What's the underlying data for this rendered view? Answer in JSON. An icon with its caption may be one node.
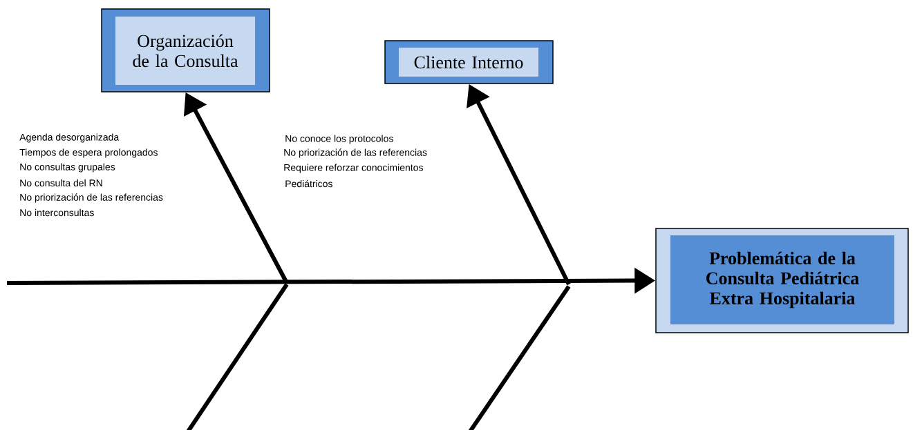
{
  "diagram": {
    "nodes": [
      {
        "text": [
          "Organización de la Consulta"
        ]
      },
      {
        "text": [
          "Cliente  Interno"
        ]
      },
      {
        "text": [
          "Problemática de la Consulta Pediátrica Extra Hospitalaria"
        ]
      }
    ],
    "edges": [
      {
        "from": null,
        "to": 2,
        "arrow": "to"
      },
      {
        "from": null,
        "to": 0,
        "arrow": "to"
      },
      {
        "from": null,
        "to": 1,
        "arrow": "to"
      }
    ],
    "labels": [
      "Agenda desorganizada",
      "Tiempos de espera prolongados",
      "No consultas grupales",
      "No consulta del RN",
      "No priorización de las referencias",
      "No interconsultas",
      "No conoce los protocolos",
      "No priorización de las referencias",
      "Requiere reforzar conocimientos",
      "Pediátricos"
    ]
  }
}
